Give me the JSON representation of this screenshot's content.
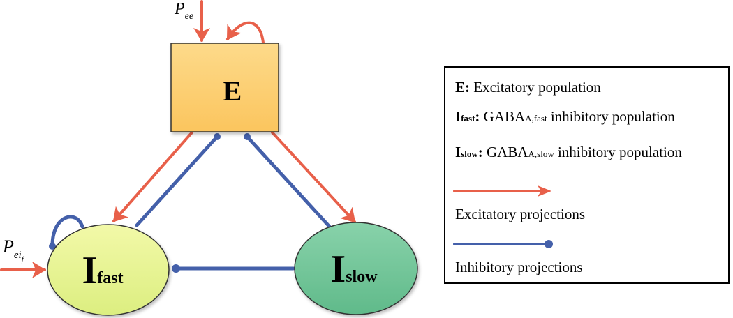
{
  "colors": {
    "excitatory": "#E8604A",
    "inhibitory": "#4460AA",
    "e_fill_top": "#FDDA8A",
    "e_fill_bottom": "#FBC55E",
    "ifast_fill_top": "#F0F8A0",
    "ifast_fill_bottom": "#DCEE80",
    "islow_fill_top": "#86D0A8",
    "islow_fill_bottom": "#62BC8C"
  },
  "nodes": {
    "E": {
      "label": "E"
    },
    "Ifast": {
      "main": "I",
      "sub": "fast"
    },
    "Islow": {
      "main": "I",
      "sub": "slow"
    }
  },
  "inputs": {
    "pee": {
      "main": "P",
      "sub": "ee"
    },
    "peif": {
      "main": "P",
      "sub": "ei",
      "subsub": "f"
    }
  },
  "edges": [
    {
      "from": "external",
      "to": "E",
      "type": "excitatory",
      "label": "P_ee"
    },
    {
      "from": "E",
      "to": "E",
      "type": "excitatory"
    },
    {
      "from": "E",
      "to": "Ifast",
      "type": "excitatory"
    },
    {
      "from": "E",
      "to": "Islow",
      "type": "excitatory"
    },
    {
      "from": "Ifast",
      "to": "E",
      "type": "inhibitory"
    },
    {
      "from": "Islow",
      "to": "E",
      "type": "inhibitory"
    },
    {
      "from": "Ifast",
      "to": "Ifast",
      "type": "inhibitory"
    },
    {
      "from": "Islow",
      "to": "Ifast",
      "type": "inhibitory"
    },
    {
      "from": "external",
      "to": "Ifast",
      "type": "excitatory",
      "label": "P_ei_f"
    }
  ],
  "legend": {
    "e_key": "E:",
    "e_desc": "Excitatory population",
    "ifast_key_main": "I",
    "ifast_key_sub": "fast",
    "ifast_colon": ":",
    "ifast_gaba": "GABA",
    "ifast_gaba_sub": "A,fast",
    "ifast_desc": "inhibitory population",
    "islow_key_main": "I",
    "islow_key_sub": "slow",
    "islow_colon": ":",
    "islow_gaba": "GABA",
    "islow_gaba_sub": "A,slow",
    "islow_desc": "inhibitory population",
    "excitatory_label": "Excitatory projections",
    "inhibitory_label": "Inhibitory projections"
  }
}
